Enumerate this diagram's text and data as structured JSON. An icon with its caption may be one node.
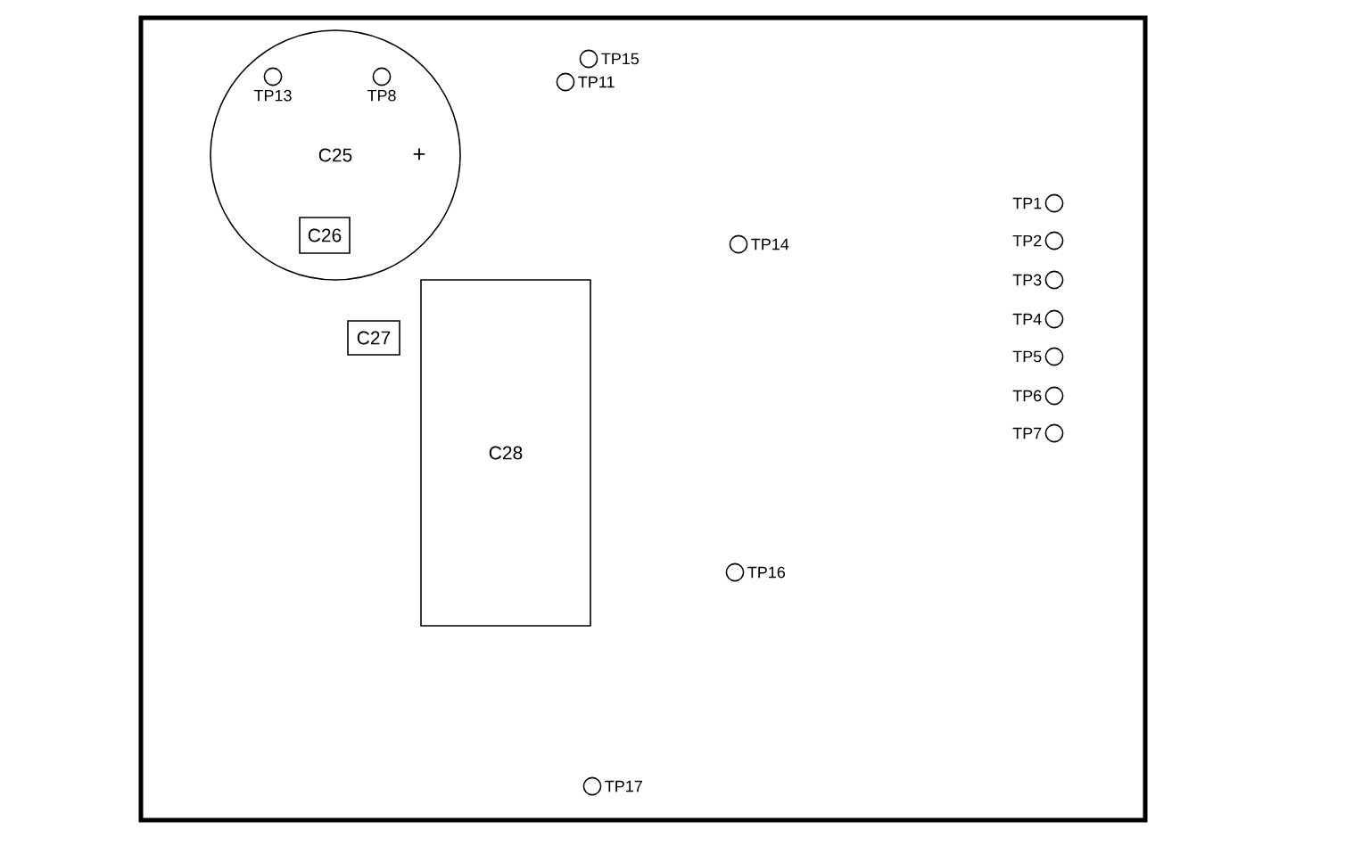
{
  "diagram": {
    "nodes": [
      {
        "text": [
          "C25"
        ]
      },
      {
        "text": [
          "C26"
        ],
        "in": 0
      },
      {
        "text": [
          "C27"
        ]
      },
      {
        "text": [
          "C28"
        ]
      }
    ],
    "labels": [
      "TP15",
      "TP11",
      "TP13",
      "TP8",
      "+",
      "TP1",
      "TP14",
      "TP2",
      "TP3",
      "TP4",
      "TP5",
      "TP6",
      "TP7",
      "TP16",
      "TP17"
    ]
  }
}
